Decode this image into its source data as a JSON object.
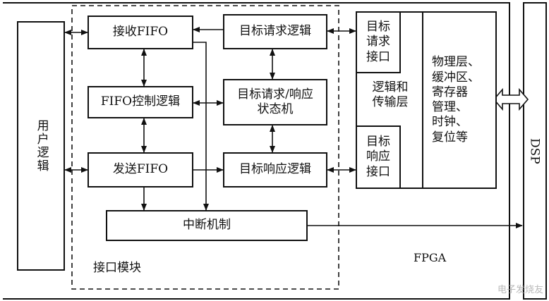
{
  "user_logic": "用户逻辑",
  "interface_module": {
    "label": "接口模块",
    "receive_fifo": "接收FIFO",
    "fifo_control": "FIFO控制逻辑",
    "send_fifo": "发送FIFO",
    "target_request_logic": "目标请求逻辑",
    "state_machine": "目标请求/响应\n状态机",
    "target_response_logic": "目标响应逻辑",
    "interrupt": "中断机制"
  },
  "core": {
    "request_interface": "目标\n请求\n接口",
    "logic_transport": "逻辑和\n传输层",
    "response_interface": "目标\n响应\n接口",
    "physical": "物理层、\n缓冲区、\n寄存器\n管理、\n时钟、\n复位等"
  },
  "fpga_label": "FPGA",
  "dsp_label": "DSP",
  "watermark": "电子发烧友"
}
